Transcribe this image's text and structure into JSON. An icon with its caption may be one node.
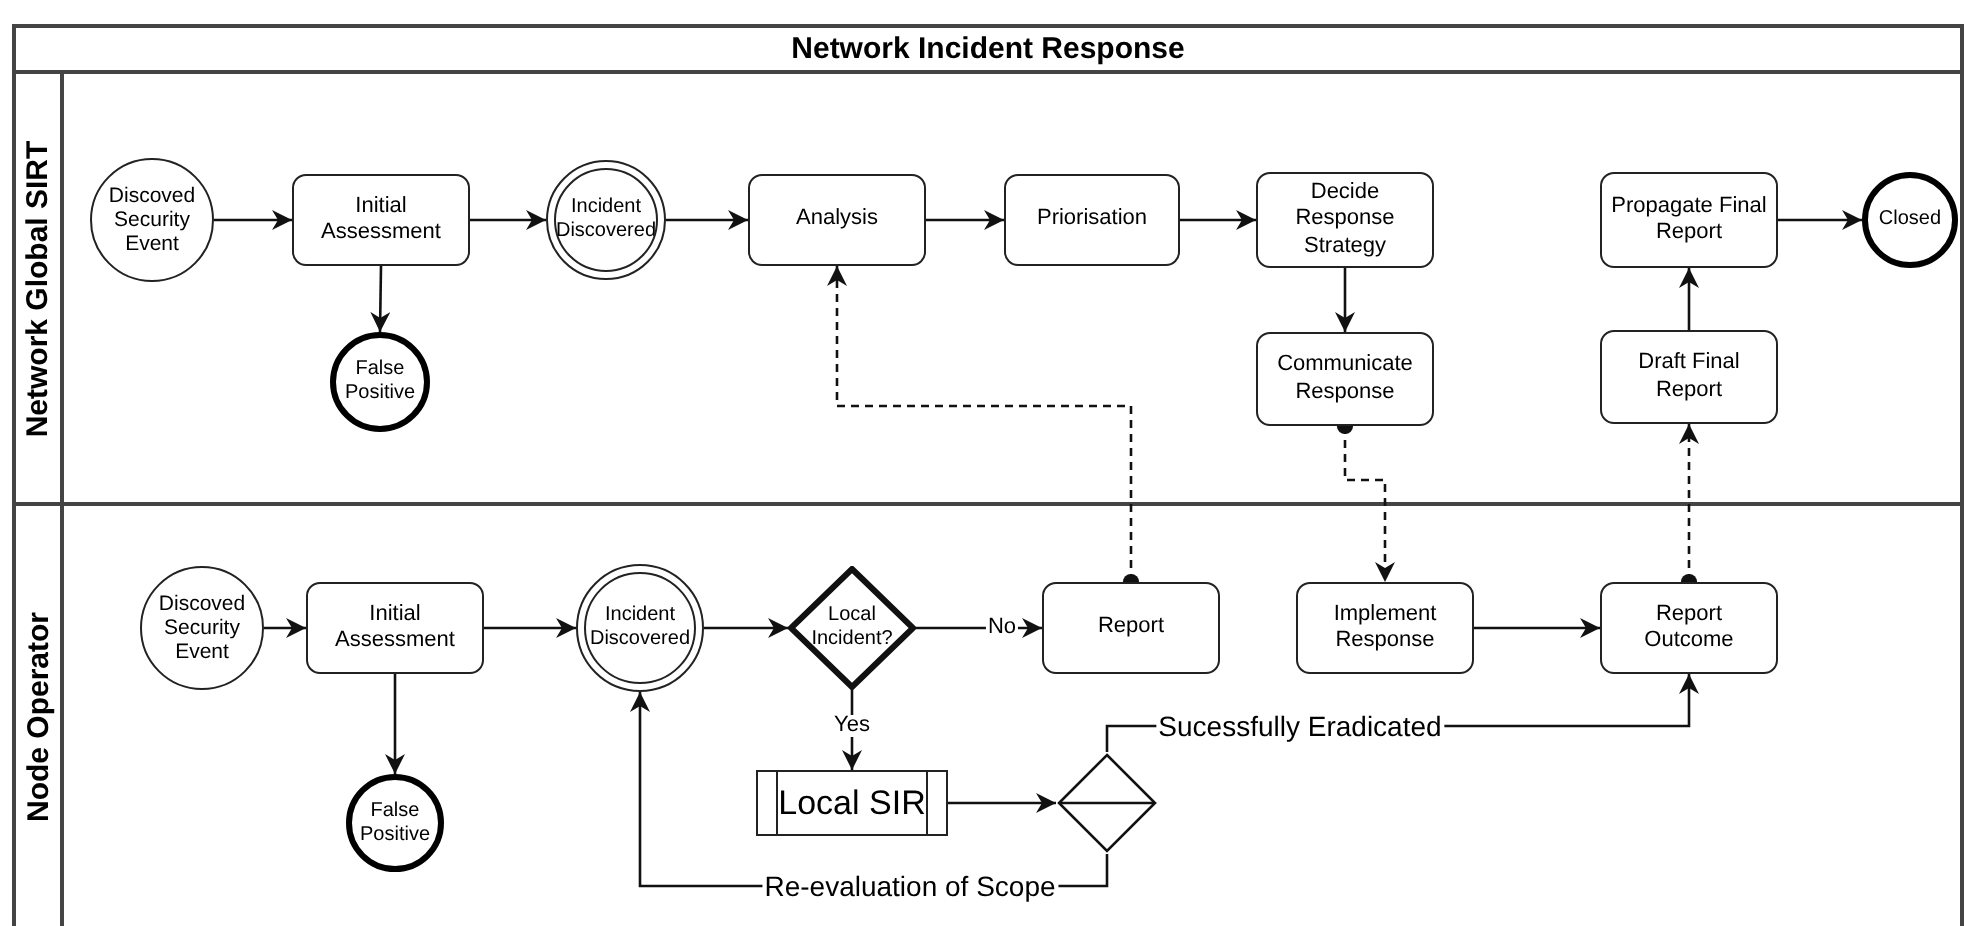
{
  "diagram": {
    "nodes": [
      {
        "text": [
          "Network Incident Response"
        ]
      },
      {
        "text": [
          "Network Global SIRT"
        ],
        "in": 0
      },
      {
        "text": [
          "Node Operator"
        ],
        "in": 0
      },
      {
        "text": [
          "Discoved Security Event"
        ],
        "in": 1
      },
      {
        "text": [
          "Initial Assessment"
        ],
        "in": 1
      },
      {
        "text": [
          "Incident Discovered"
        ],
        "in": 1
      },
      {
        "text": [
          "Analysis"
        ],
        "in": 1
      },
      {
        "text": [
          "Priorisation"
        ],
        "in": 1
      },
      {
        "text": [
          "Decide Response Strategy"
        ],
        "in": 1
      },
      {
        "text": [
          "Communicate Response"
        ],
        "in": 1
      },
      {
        "text": [
          "False Positive"
        ],
        "in": 1
      },
      {
        "text": [
          "Propagate Final Report"
        ],
        "in": 1
      },
      {
        "text": [
          "Closed"
        ],
        "in": 1
      },
      {
        "text": [
          "Draft Final Report"
        ],
        "in": 1
      },
      {
        "text": [
          "Discoved Security Event"
        ],
        "in": 2
      },
      {
        "text": [
          "Initial Assessment"
        ],
        "in": 2
      },
      {
        "text": [
          "Incident Discovered"
        ],
        "in": 2
      },
      {
        "text": [
          "Local Incident?"
        ],
        "in": 2
      },
      {
        "text": [
          "Report"
        ],
        "in": 2
      },
      {
        "text": [
          "Implement Response"
        ],
        "in": 2
      },
      {
        "text": [
          "Report Outcome"
        ],
        "in": 2
      },
      {
        "text": [
          "False Positive"
        ],
        "in": 2
      },
      {
        "text": [
          "Local SIR"
        ],
        "in": 2
      },
      {
        "text": [],
        "shape": "diamond",
        "in": 2
      }
    ],
    "edges": [
      {
        "from": 3,
        "to": 4,
        "arrow": "to"
      },
      {
        "from": 4,
        "to": 5,
        "arrow": "to"
      },
      {
        "from": 5,
        "to": 6,
        "arrow": "to"
      },
      {
        "from": 6,
        "to": 7,
        "arrow": "to"
      },
      {
        "from": 7,
        "to": 8,
        "arrow": "to"
      },
      {
        "from": 8,
        "to": 9,
        "arrow": "to"
      },
      {
        "from": 4,
        "to": 10,
        "arrow": "to"
      },
      {
        "from": 13,
        "to": 11,
        "arrow": "to"
      },
      {
        "from": 11,
        "to": 12,
        "arrow": "to"
      },
      {
        "from": 18,
        "to": 6,
        "arrow": "to",
        "style": "dashed"
      },
      {
        "from": 9,
        "to": 19,
        "arrow": "to",
        "style": "dashed"
      },
      {
        "from": 20,
        "to": 13,
        "arrow": "to",
        "style": "dashed"
      },
      {
        "from": 14,
        "to": 15,
        "arrow": "to"
      },
      {
        "from": 15,
        "to": 16,
        "arrow": "to"
      },
      {
        "from": 16,
        "to": 17,
        "arrow": "to"
      },
      {
        "from": 17,
        "to": 18,
        "arrow": "to",
        "label": "No"
      },
      {
        "from": 15,
        "to": 21,
        "arrow": "to"
      },
      {
        "from": 17,
        "to": 22,
        "arrow": "to",
        "label": "Yes"
      },
      {
        "from": 19,
        "to": 20,
        "arrow": "to"
      },
      {
        "from": 22,
        "to": 23,
        "arrow": "to"
      },
      {
        "from": 23,
        "to": 20,
        "arrow": "to",
        "label": "Sucessfully Eradicated"
      },
      {
        "from": 23,
        "to": 16,
        "arrow": "to",
        "label": "Re-evaluation of Scope"
      }
    ]
  }
}
